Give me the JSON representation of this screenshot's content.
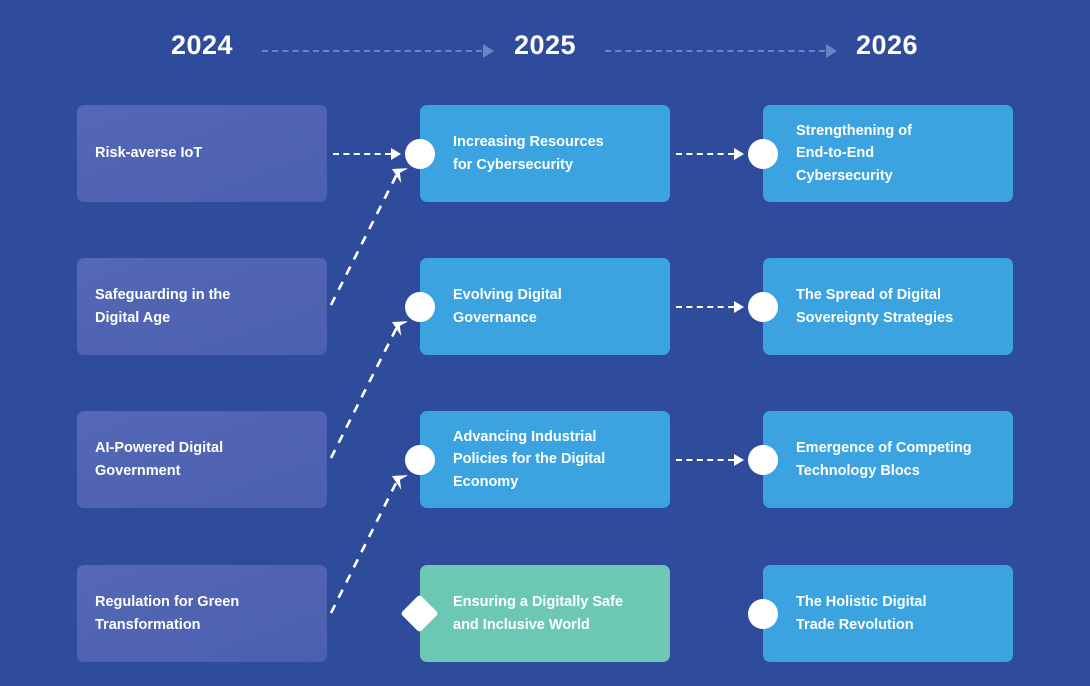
{
  "diagram": {
    "type": "timeline-roadmap",
    "title_years": [
      "2024",
      "2025",
      "2026"
    ],
    "colors": {
      "background": "#2f4b9b",
      "column_2024_card": "#4e63b0",
      "column_2025_card": "#3ba3e0",
      "column_2026_card": "#3ba3e0",
      "highlight_card": "#6cc8b4",
      "marker": "#ffffff",
      "year_connector": "#6a83c4",
      "text": "#ffffff"
    }
  },
  "years": [
    {
      "label": "2024"
    },
    {
      "label": "2025"
    },
    {
      "label": "2026"
    }
  ],
  "year_connectors": [
    {
      "from": "2024",
      "to": "2025",
      "style": "dashed-arrow"
    },
    {
      "from": "2025",
      "to": "2026",
      "style": "dashed-arrow"
    }
  ],
  "columns": [
    {
      "year": "2024",
      "cards": [
        {
          "label": "Risk-averse IoT",
          "marker": "none"
        },
        {
          "label": "Safeguarding in the\nDigital Age",
          "marker": "none"
        },
        {
          "label": "AI-Powered Digital\nGovernment",
          "marker": "none"
        },
        {
          "label": "Regulation for Green\nTransformation",
          "marker": "none"
        }
      ]
    },
    {
      "year": "2025",
      "cards": [
        {
          "label": "Increasing Resources\nfor Cybersecurity",
          "marker": "circle"
        },
        {
          "label": "Evolving Digital\nGovernance",
          "marker": "circle"
        },
        {
          "label": "Advancing Industrial\nPolicies for the Digital\nEconomy",
          "marker": "circle"
        },
        {
          "label": "Ensuring a Digitally Safe\nand Inclusive World",
          "marker": "diamond"
        }
      ]
    },
    {
      "year": "2026",
      "cards": [
        {
          "label": "Strengthening of\nEnd-to-End\nCybersecurity",
          "marker": "circle"
        },
        {
          "label": "The Spread of Digital\nSovereignty Strategies",
          "marker": "circle"
        },
        {
          "label": "Emergence of Competing\nTechnology Blocs",
          "marker": "circle"
        },
        {
          "label": "The Holistic Digital\nTrade Revolution",
          "marker": "circle"
        }
      ]
    }
  ],
  "connectors": {
    "horizontal": [
      {
        "from": "Risk-averse IoT",
        "to": "Increasing Resources for Cybersecurity"
      },
      {
        "from": "Increasing Resources for Cybersecurity",
        "to": "Strengthening of End-to-End Cybersecurity"
      },
      {
        "from": "Evolving Digital Governance",
        "to": "The Spread of Digital Sovereignty Strategies"
      },
      {
        "from": "Advancing Industrial Policies for the Digital Economy",
        "to": "Emergence of Competing Technology Blocs"
      }
    ],
    "diagonal": [
      {
        "from": "Safeguarding in the Digital Age",
        "to": "Increasing Resources for Cybersecurity"
      },
      {
        "from": "AI-Powered Digital Government",
        "to": "Evolving Digital Governance"
      },
      {
        "from": "Regulation for Green Transformation",
        "to": "Advancing Industrial Policies for the Digital Economy"
      }
    ]
  }
}
